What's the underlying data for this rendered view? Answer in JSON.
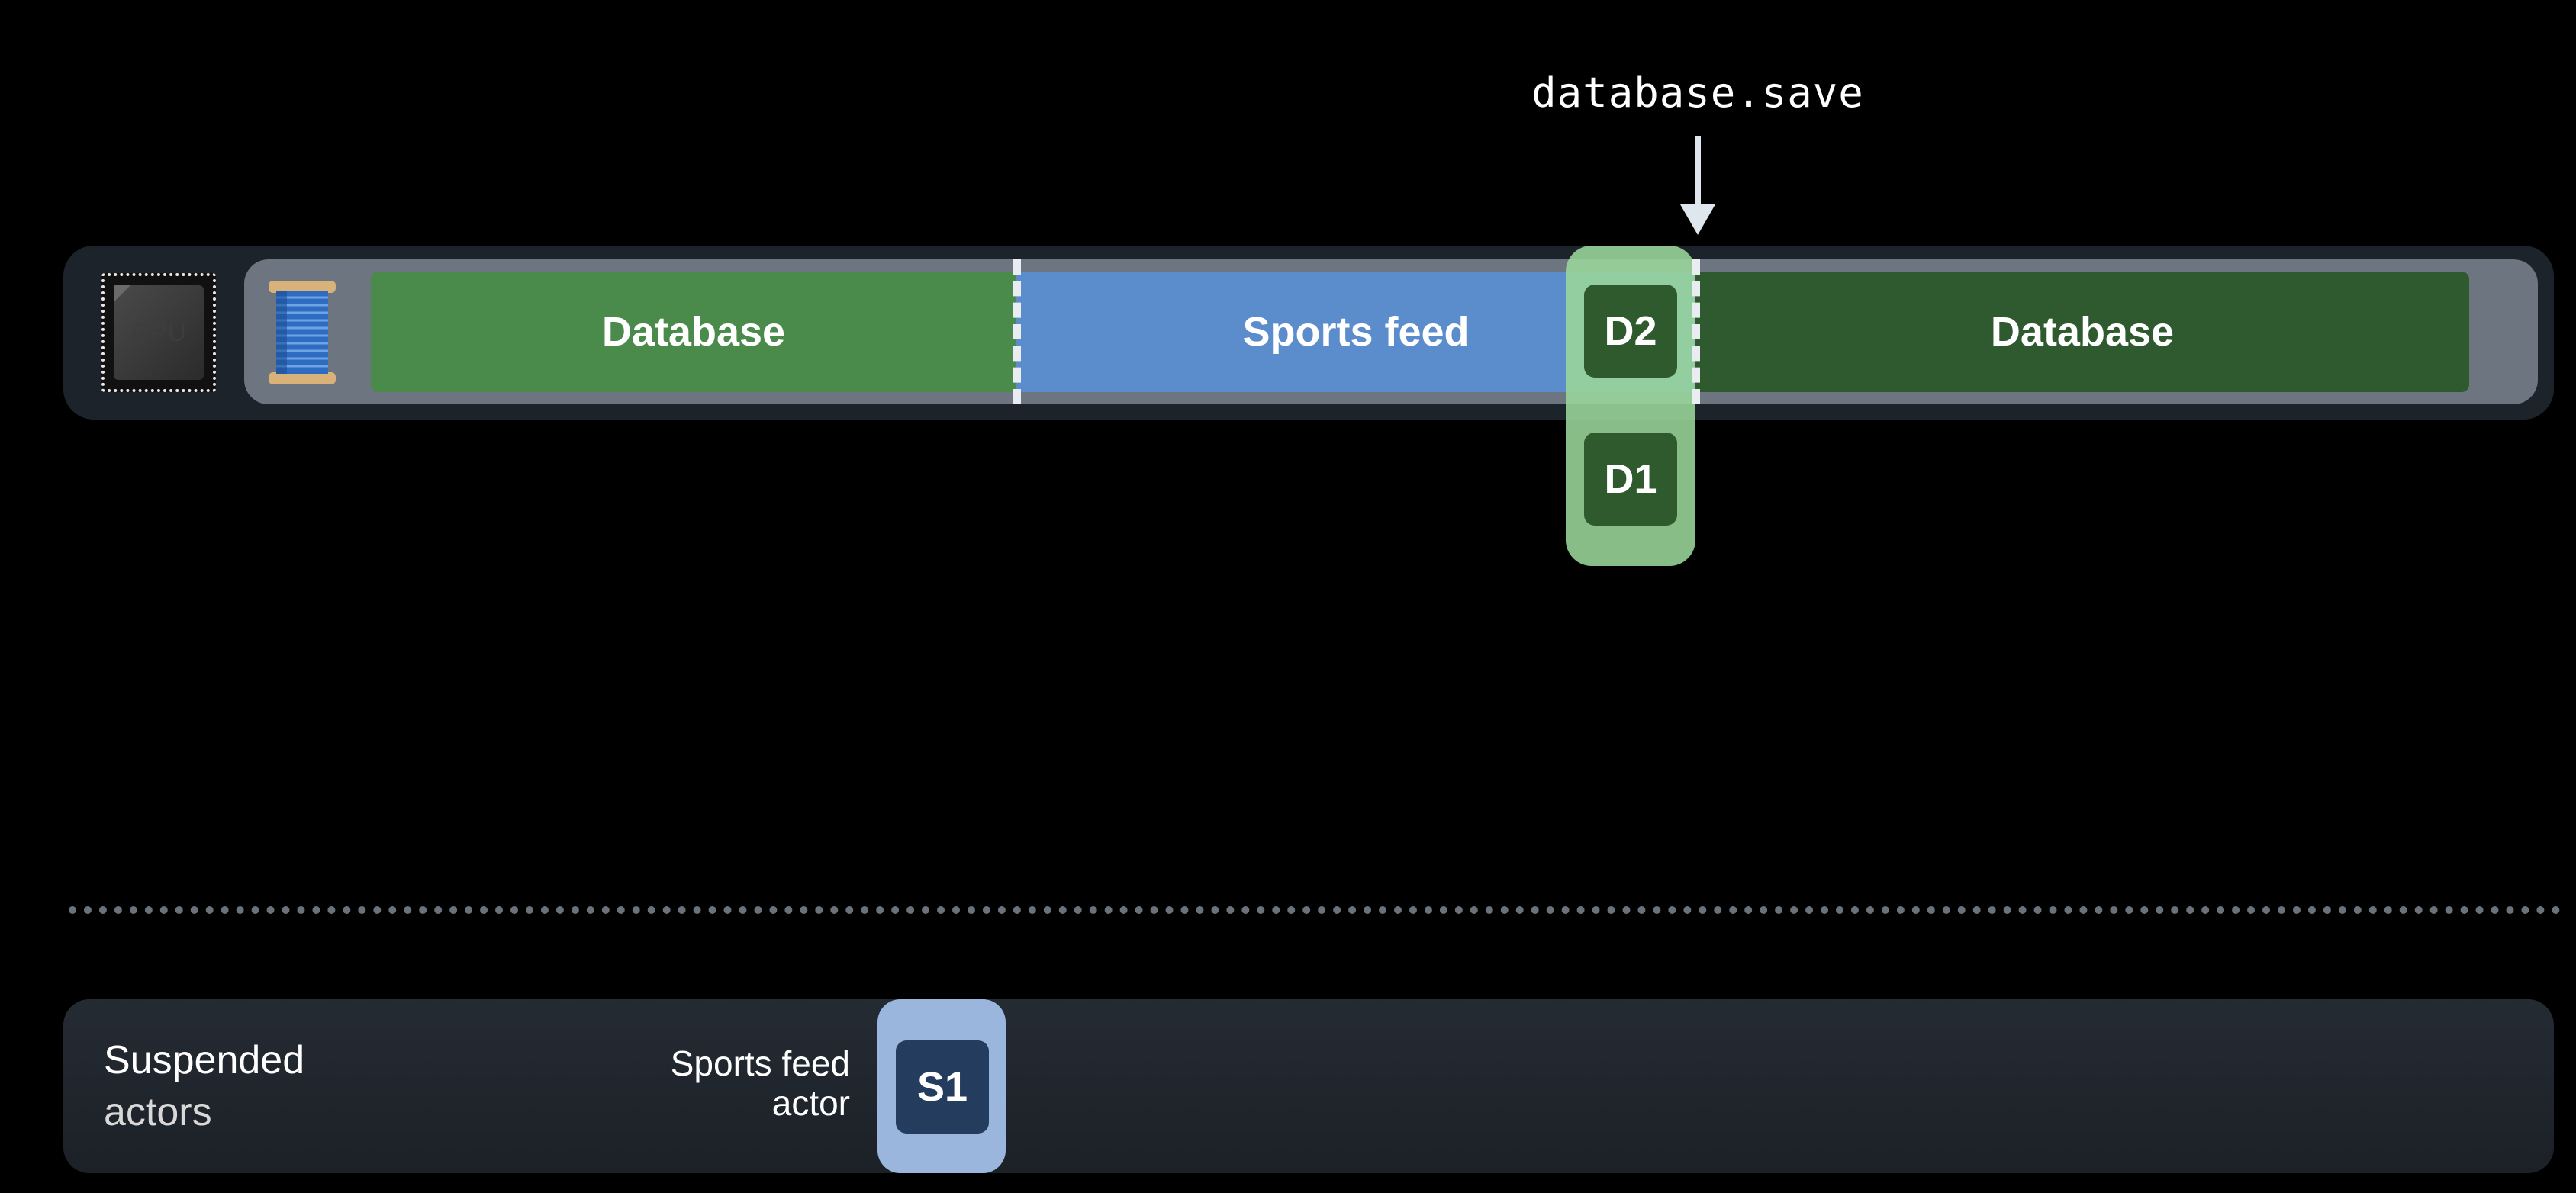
{
  "call": {
    "label": "database.save"
  },
  "thread": {
    "cpu_label": "CPU",
    "cpu_icon": "cpu-chip-icon",
    "thread_icon": "thread-spool-icon",
    "segments": [
      {
        "label": "Database",
        "color": "#4a8b4b"
      },
      {
        "label": "Sports feed",
        "color": "#5b8ccb"
      },
      {
        "label": "Database",
        "color": "#2f5a2f"
      }
    ]
  },
  "database_actor": {
    "queue_color": "#9bd79b",
    "items": [
      {
        "label": "D2"
      },
      {
        "label": "D1"
      }
    ]
  },
  "suspended": {
    "title_line1": "Suspended",
    "title_line2": "actors",
    "actors": [
      {
        "name_line1": "Sports feed",
        "name_line2": "actor",
        "queue_color": "#9ab6dc",
        "items": [
          {
            "label": "S1"
          }
        ]
      }
    ]
  }
}
